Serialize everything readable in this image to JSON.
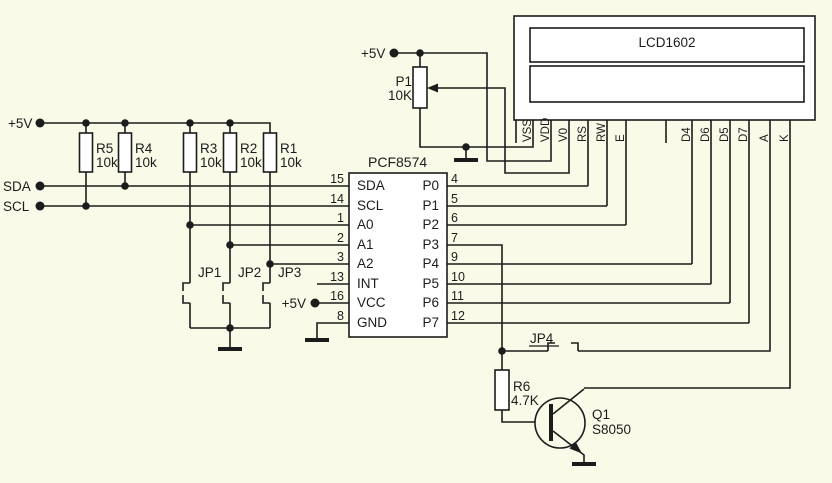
{
  "colors": {
    "bg": "#FAFAE8",
    "ink": "#1C1C1C",
    "panel": "#FFFFFF"
  },
  "power": {
    "plus5v": "+5V"
  },
  "nets": {
    "sda": "SDA",
    "scl": "SCL"
  },
  "lcd": {
    "title": "LCD1602",
    "pins": [
      "VSS",
      "VDD",
      "V0",
      "RS",
      "RW",
      "E",
      "D4",
      "D6",
      "D5",
      "D7",
      "A",
      "K"
    ]
  },
  "ic": {
    "title": "PCF8574",
    "left": [
      {
        "n": "15",
        "name": "SDA"
      },
      {
        "n": "14",
        "name": "SCL"
      },
      {
        "n": "1",
        "name": "A0"
      },
      {
        "n": "2",
        "name": "A1"
      },
      {
        "n": "3",
        "name": "A2"
      },
      {
        "n": "13",
        "name": "INT"
      },
      {
        "n": "16",
        "name": "VCC"
      },
      {
        "n": "8",
        "name": "GND"
      }
    ],
    "right": [
      {
        "n": "4",
        "name": "P0"
      },
      {
        "n": "5",
        "name": "P1"
      },
      {
        "n": "6",
        "name": "P2"
      },
      {
        "n": "7",
        "name": "P3"
      },
      {
        "n": "9",
        "name": "P4"
      },
      {
        "n": "10",
        "name": "P5"
      },
      {
        "n": "11",
        "name": "P6"
      },
      {
        "n": "12",
        "name": "P7"
      }
    ]
  },
  "resistors": [
    {
      "ref": "R5",
      "val": "10k"
    },
    {
      "ref": "R4",
      "val": "10k"
    },
    {
      "ref": "R3",
      "val": "10k"
    },
    {
      "ref": "R2",
      "val": "10k"
    },
    {
      "ref": "R1",
      "val": "10k"
    },
    {
      "ref": "R6",
      "val": "4.7K"
    }
  ],
  "pot": {
    "ref": "P1",
    "val": "10K"
  },
  "transistor": {
    "ref": "Q1",
    "part": "S8050"
  },
  "jumpers": {
    "jp1": "JP1",
    "jp2": "JP2",
    "jp3": "JP3",
    "jp4": "JP4"
  }
}
